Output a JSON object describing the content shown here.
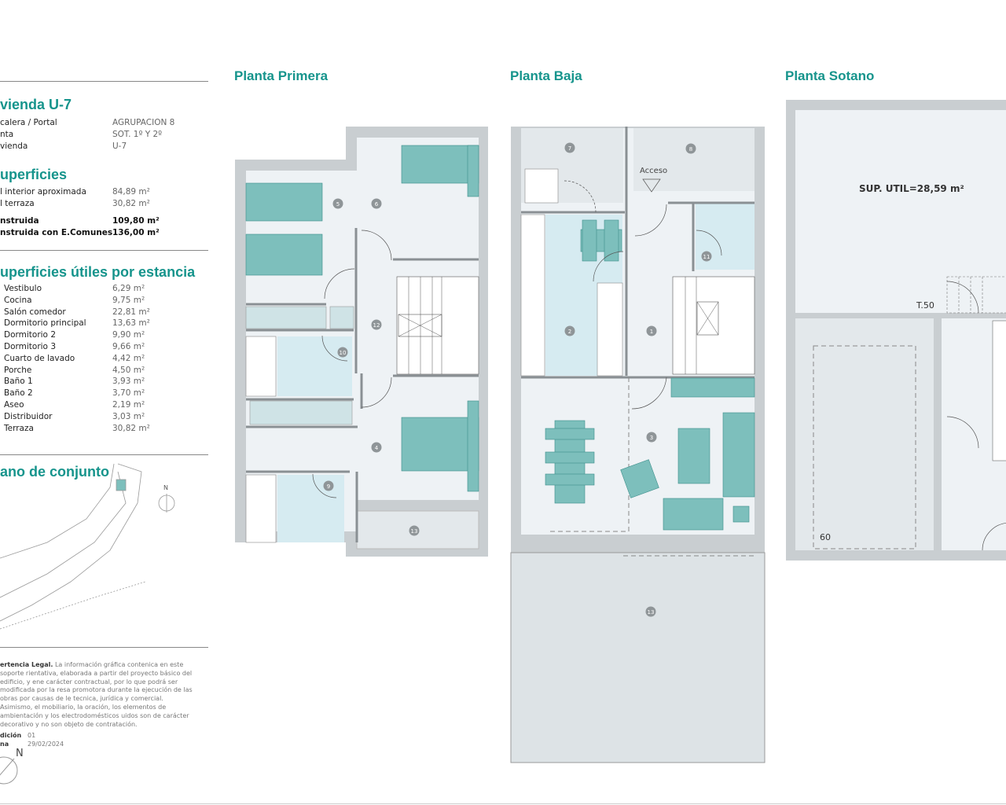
{
  "colors": {
    "accent": "#16948c",
    "furniture": "#7dbfbc",
    "wall": "#c9ced1",
    "floor": "#eef2f5",
    "wet": "#d6ebf1",
    "badge": "#8f9598"
  },
  "unit": {
    "title": "vienda U-7",
    "rows": [
      {
        "label": "calera / Portal",
        "value": "AGRUPACION 8"
      },
      {
        "label": "nta",
        "value": "SOT. 1º Y 2º"
      },
      {
        "label": "vienda",
        "value": "U-7"
      }
    ]
  },
  "superficies": {
    "title": "uperficies",
    "rows": [
      {
        "label": "l interior aproximada",
        "value": "84,89 m²"
      },
      {
        "label": "l terraza",
        "value": "30,82 m²"
      },
      {
        "label": "nstruida",
        "value": "109,80 m²"
      },
      {
        "label": "nstruida con E.Comunes",
        "value": "136,00 m²"
      }
    ]
  },
  "estancias": {
    "title": "uperficies útiles por estancia",
    "rows": [
      {
        "label": "Vestibulo",
        "value": "6,29 m²"
      },
      {
        "label": "Cocina",
        "value": "9,75 m²"
      },
      {
        "label": "Salón comedor",
        "value": "22,81 m²"
      },
      {
        "label": "Dormitorio principal",
        "value": "13,63 m²"
      },
      {
        "label": "Dormitorio 2",
        "value": "9,90 m²"
      },
      {
        "label": "Dormitorio 3",
        "value": "9,66 m²"
      },
      {
        "label": "Cuarto de lavado",
        "value": "4,42 m²"
      },
      {
        "label": "Porche",
        "value": "4,50 m²"
      },
      {
        "label": "Baño 1",
        "value": "3,93 m²"
      },
      {
        "label": "Baño 2",
        "value": "3,70 m²"
      },
      {
        "label": "Aseo",
        "value": "2,19 m²"
      },
      {
        "label": "Distribuidor",
        "value": "3,03 m²"
      },
      {
        "label": "Terraza",
        "value": "30,82 m²"
      }
    ]
  },
  "conjunto": {
    "title": "ano de conjunto",
    "north": "N"
  },
  "legal": {
    "heading": "ertencia Legal.",
    "text": "La información gráfica contenica en este soporte rientativa, elaborada a partir del proyecto básico del edificio, y ene carácter contractual, por lo que podrá ser modificada por la resa promotora durante la ejecución de las obras por causas de le tecnica, jurídica y comercial. Asimismo, el mobiliario, la oración, los elementos de ambientación y los electrodomésticos uidos son de carácter decorativo y no son objeto de contratación."
  },
  "edition": {
    "edicion_label": "dición",
    "edicion_value": "01",
    "fecha_label": "na",
    "fecha_value": "29/02/2024",
    "north": "N"
  },
  "plans": {
    "primera": {
      "title": "Planta Primera",
      "rooms": [
        "5",
        "6",
        "12",
        "10",
        "4",
        "9",
        "13"
      ]
    },
    "baja": {
      "title": "Planta Baja",
      "access": "Acceso",
      "rooms": [
        "7",
        "8",
        "2",
        "1",
        "11",
        "3",
        "13"
      ]
    },
    "sotano": {
      "title": "Planta Sotano",
      "area": "SUP. UTIL=28,59 m²",
      "level": "T.50",
      "parking": "60"
    }
  }
}
